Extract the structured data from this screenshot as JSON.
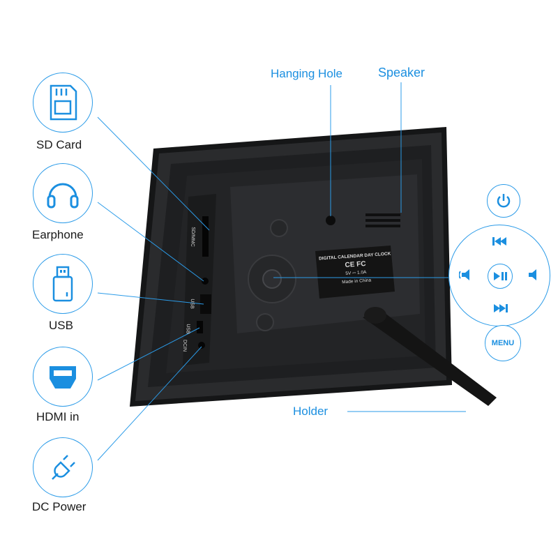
{
  "labels": {
    "hanging_hole": "Hanging Hole",
    "speaker": "Speaker",
    "sd_card": "SD Card",
    "earphone": "Earphone",
    "usb": "USB",
    "hdmi_in": "HDMI in",
    "dc_power": "DC Power",
    "holder": "Holder"
  },
  "device": {
    "sticker_title": "DIGITAL CALENDAR DAY CLOCK",
    "sticker_power": "5V ⎓ 1.0A",
    "sticker_origin": "Made in China",
    "sticker_marks": "CE FC",
    "port_sdmmc": "SD/MMC",
    "port_usb1": "USB",
    "port_usb2": "USB",
    "port_dcin": "DCIN"
  },
  "buttons": {
    "menu": "MENU"
  },
  "colors": {
    "accent": "#1b8fe0",
    "device": "#1c1d1f"
  },
  "icons": [
    "sd-card-icon",
    "headphones-icon",
    "usb-drive-icon",
    "hdmi-icon",
    "power-plug-icon",
    "power-icon",
    "previous-icon",
    "play-pause-icon",
    "volume-down-icon",
    "volume-up-icon",
    "next-icon"
  ]
}
